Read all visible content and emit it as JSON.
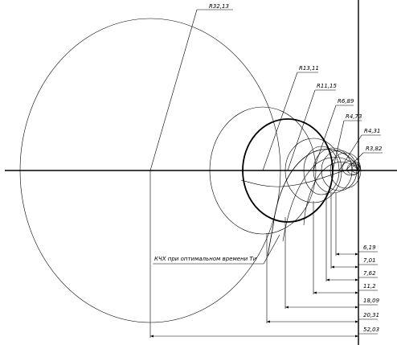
{
  "radius_labels": [
    "R32,13",
    "R13,11",
    "R11,15",
    "R6,89",
    "R4,73",
    "R4,31",
    "R3,82"
  ],
  "curve_label": "КЧХ при оптимальном времени Ти",
  "dimension_labels": [
    "6,19",
    "7,01",
    "7,62",
    "11,2",
    "18,09",
    "20,31",
    "52,03"
  ]
}
